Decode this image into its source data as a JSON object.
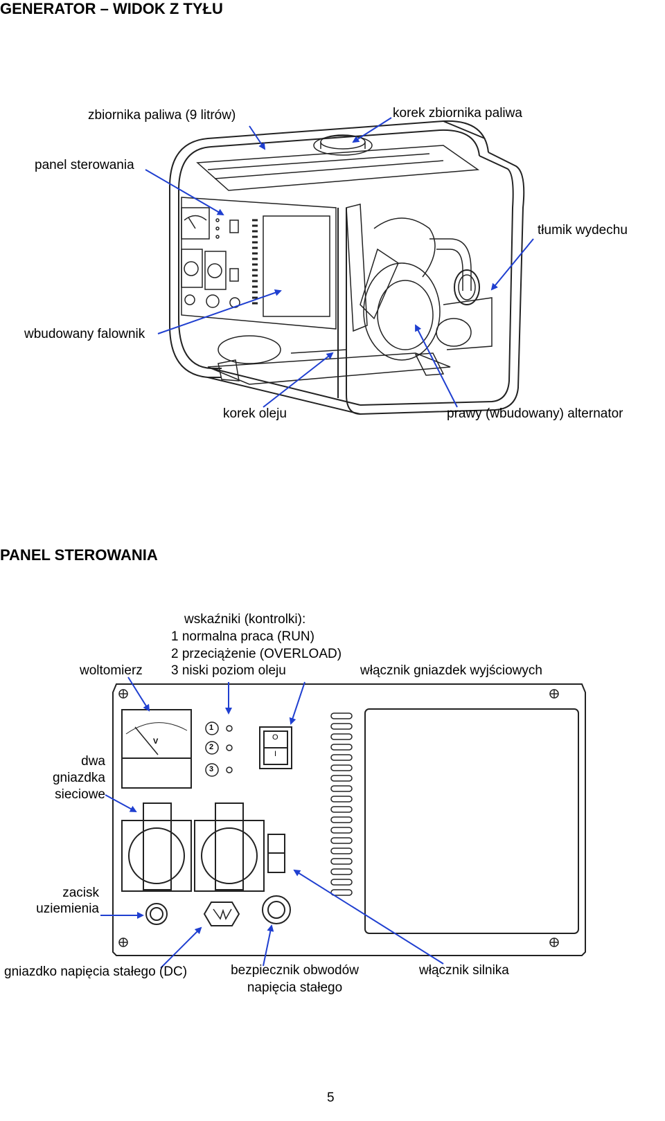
{
  "section1": {
    "title": "GENERATOR – WIDOK Z TYŁU",
    "labels": {
      "fuel_tank": "zbiornika paliwa (9 litrów)",
      "fuel_cap": "korek zbiornika paliwa",
      "control_panel": "panel sterowania",
      "muffler": "tłumik wydechu",
      "inverter": "wbudowany falownik",
      "oil_cap": "korek oleju",
      "alternator": "prawy (wbudowany) alternator"
    }
  },
  "section2": {
    "title": "PANEL STEROWANIA",
    "indicators": {
      "heading": "wskaźniki (kontrolki):",
      "line1": "1 normalna praca (RUN)",
      "line2": "2 przeciążenie (OVERLOAD)",
      "line3": "3 niski poziom oleju"
    },
    "labels": {
      "voltmeter": "woltomierz",
      "outlet_switch": "włącznik gniazdek wyjściowych",
      "sockets_line1": "dwa",
      "sockets_line2": "gniazdka",
      "sockets_line3": "sieciowe",
      "ground_line1": "zacisk",
      "ground_line2": "uziemienia",
      "dc_socket": "gniazdko napięcia stałego (DC)",
      "dc_fuse_line1": "bezpiecznik obwodów",
      "dc_fuse_line2": "napięcia stałego",
      "engine_switch": "włącznik silnika"
    },
    "meter_unit": "V",
    "indicator_numbers": [
      "1",
      "2",
      "3"
    ],
    "switch_marks": [
      "O",
      "I"
    ]
  },
  "page_number": "5",
  "colors": {
    "arrow": "#1f3fd0",
    "line": "#222222"
  }
}
